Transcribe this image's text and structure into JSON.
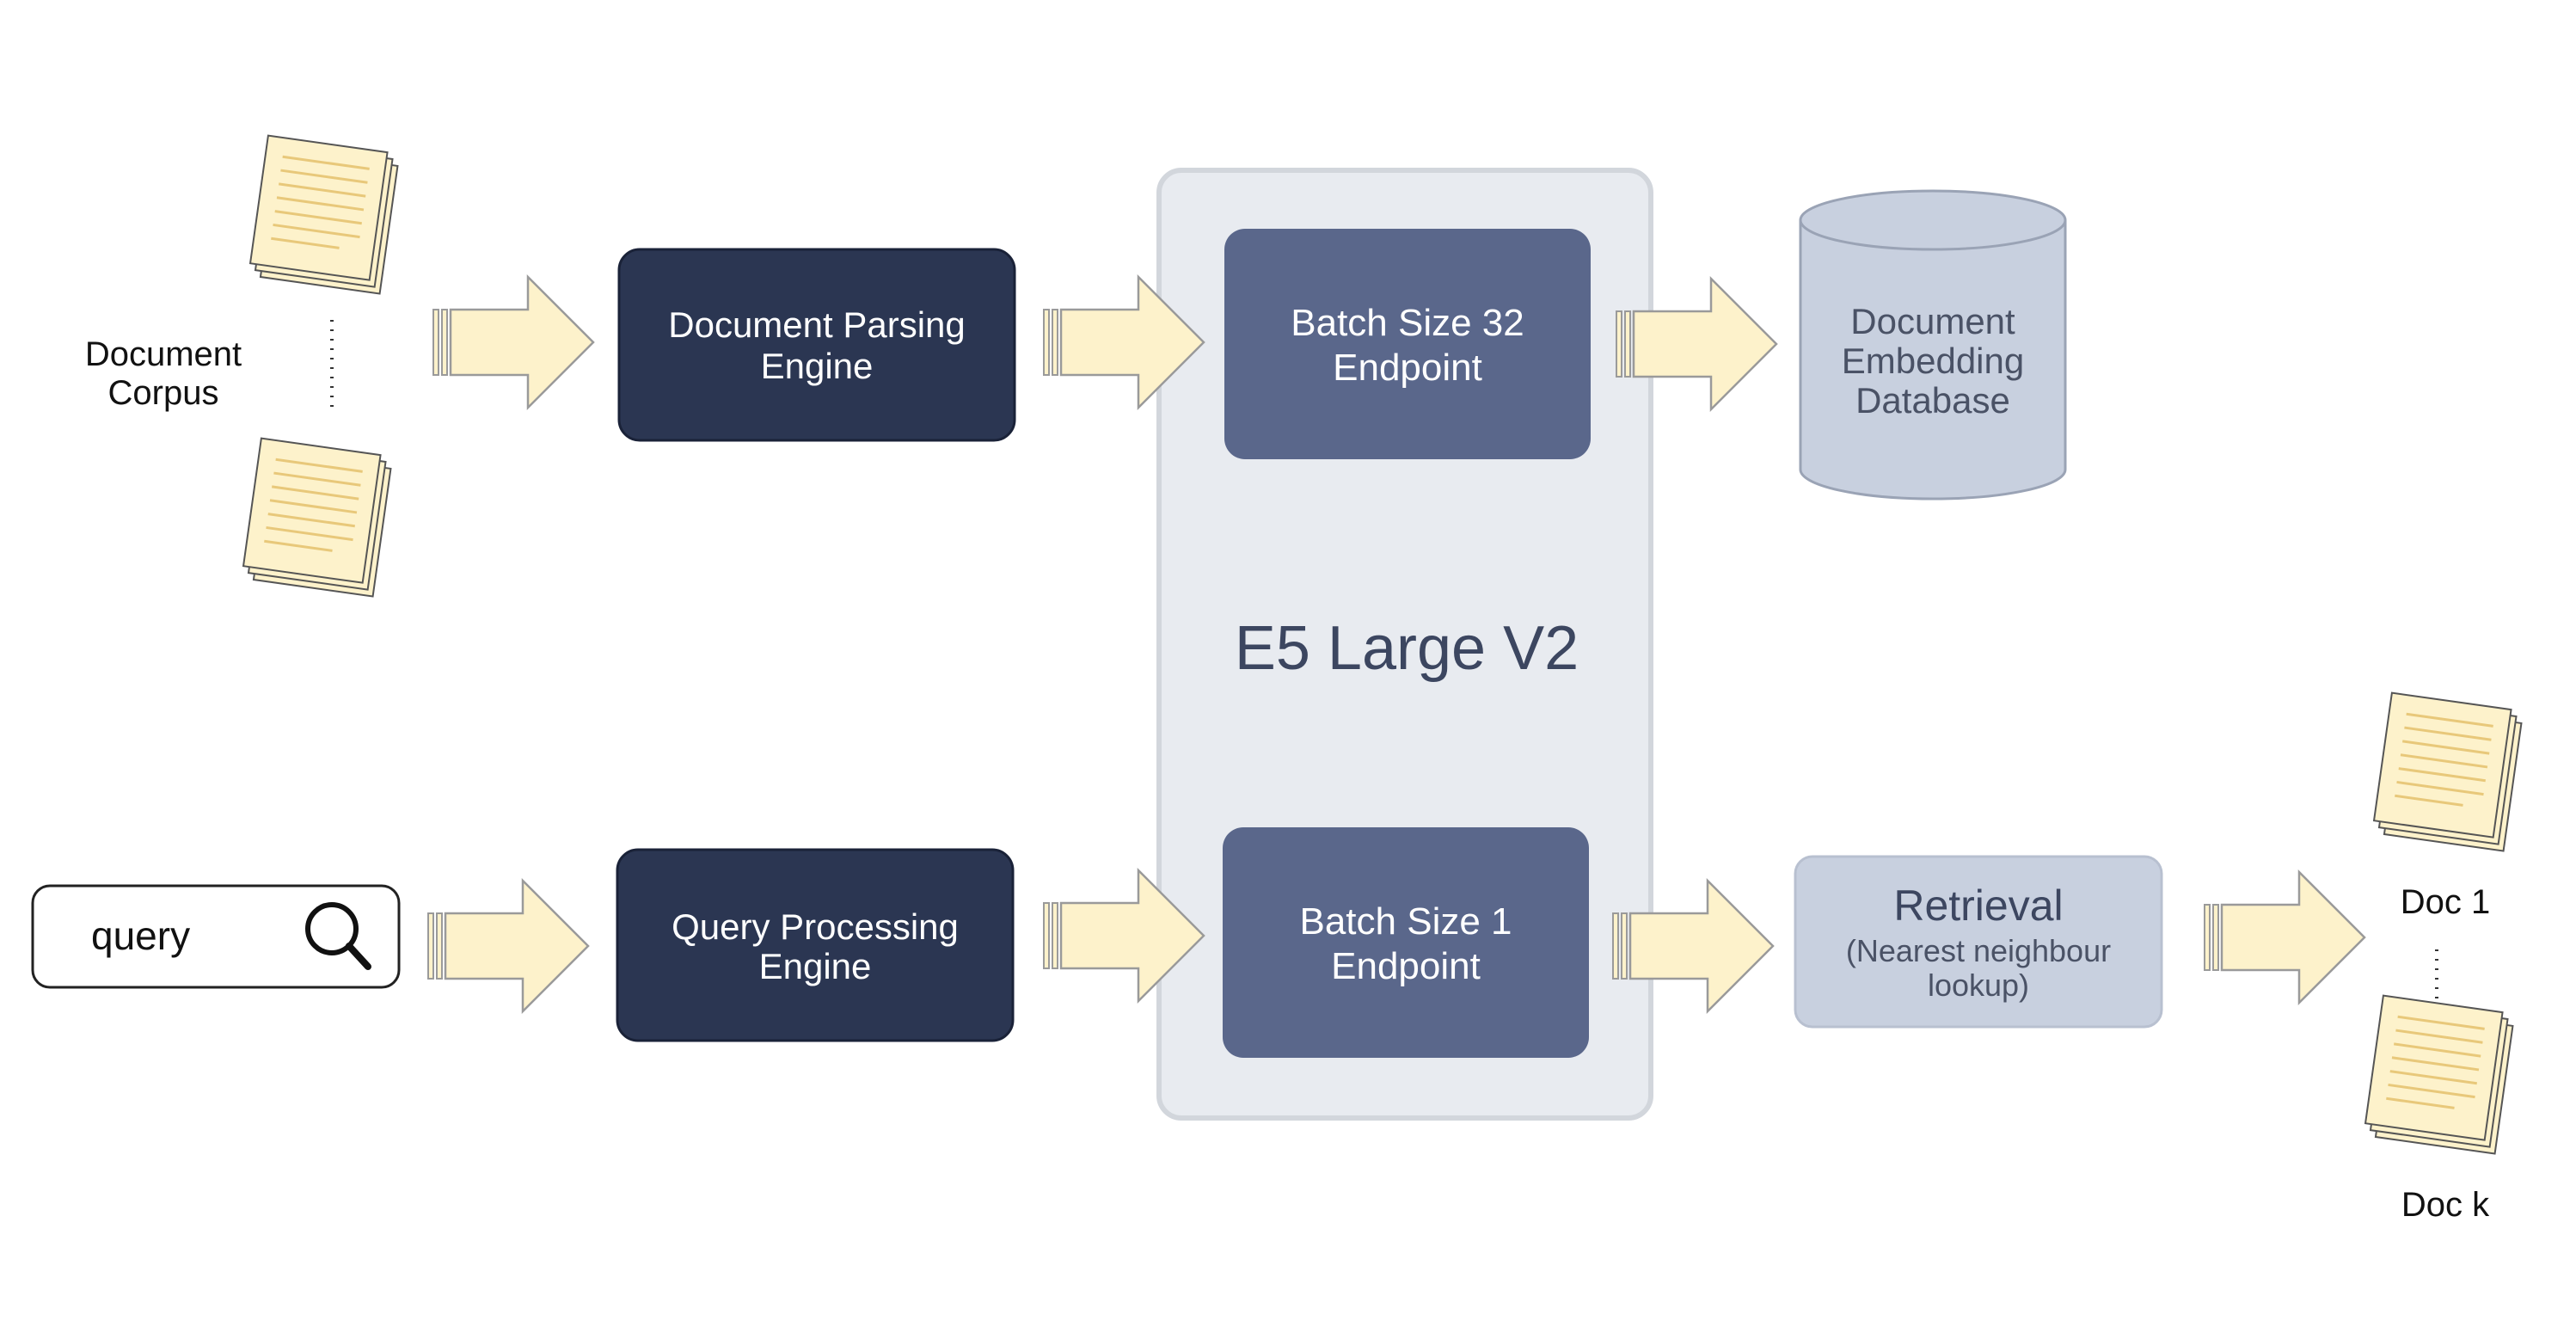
{
  "colors": {
    "dark_box": "#2b3652",
    "mid_box": "#5a678b",
    "light_box": "#c8d0df",
    "panel": "#e8ebf0",
    "panel_border": "#d2d6dc",
    "arrow_fill": "#fdf2cb",
    "arrow_stroke": "#9a9a9a",
    "paper_fill": "#fdf2cb",
    "paper_line": "#e8c87a"
  },
  "icons": {
    "search": "magnifier-icon",
    "document_stack": "document-stack-icon",
    "database": "cylinder-database-icon",
    "arrow": "block-arrow-icon"
  },
  "corpus": {
    "label_line1": "Document",
    "label_line2": "Corpus"
  },
  "search_box": {
    "text": "query"
  },
  "doc_parsing": {
    "line1": "Document Parsing",
    "line2": "Engine"
  },
  "query_processing": {
    "line1": "Query Processing",
    "line2": "Engine"
  },
  "model_panel": {
    "title": "E5 Large V2"
  },
  "batch32": {
    "line1": "Batch Size 32",
    "line2": "Endpoint"
  },
  "batch1": {
    "line1": "Batch Size 1",
    "line2": "Endpoint"
  },
  "database": {
    "line1": "Document",
    "line2": "Embedding",
    "line3": "Database"
  },
  "retrieval": {
    "title": "Retrieval",
    "line2": "(Nearest neighbour",
    "line3": "lookup)"
  },
  "results": {
    "first": "Doc 1",
    "last": "Doc k"
  }
}
